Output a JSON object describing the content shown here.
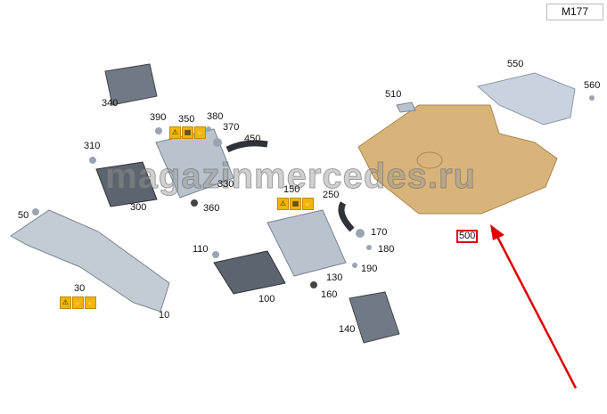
{
  "model_label": "M177",
  "watermark": "magazinmercedes.ru",
  "highlighted_part": "500",
  "colors": {
    "highlight": "#e00000",
    "arrow": "#e00000",
    "cover": "#d9b47a",
    "part": "#b8c2cc",
    "warning": "#f2b600"
  },
  "warning_labels": [
    "350",
    "150",
    "30"
  ],
  "callouts": [
    "340",
    "390",
    "350",
    "380",
    "370",
    "450",
    "310",
    "300",
    "330",
    "360",
    "150",
    "250",
    "50",
    "170",
    "180",
    "110",
    "190",
    "130",
    "100",
    "160",
    "30",
    "10",
    "140",
    "510",
    "550",
    "560",
    "500"
  ]
}
